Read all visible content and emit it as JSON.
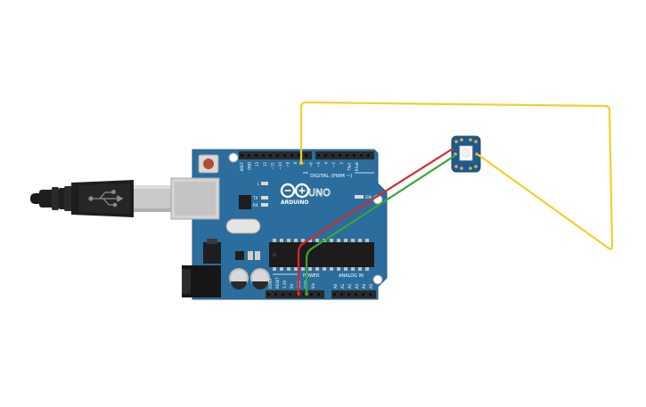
{
  "board": {
    "brand_text": "ARDUINO",
    "model_text": "UNO",
    "digital_label": "DIGITAL (PWM ~)",
    "power_label": "POWER",
    "analog_label": "ANALOG IN",
    "on_label": "ON",
    "tx_label": "TX",
    "rx_label": "RX",
    "l_label": "L",
    "digital_pins": [
      "AREF",
      "GND",
      "13",
      "12",
      "~11",
      "~10",
      "~9",
      "8",
      "7",
      "~6",
      "~5",
      "4",
      "~3",
      "2",
      "TX▸1",
      "RX◂0"
    ],
    "power_pins": [
      "IOREF",
      "RESET",
      "3.3V",
      "5V",
      "GND",
      "GND",
      "Vin"
    ],
    "analog_pins": [
      "A0",
      "A1",
      "A2",
      "A3",
      "A4",
      "A5"
    ]
  },
  "colors": {
    "board": "#2b6d9c",
    "board_edge": "#245d86",
    "header": "#2a2a2a",
    "wire_yellow": "#f2cf2a",
    "wire_red": "#d42a2a",
    "wire_green": "#3aa63a",
    "module": "#1f5a8e",
    "cable": "#1b1b1b",
    "usb_metal": "#c9c9c9"
  },
  "icons": {
    "usb_symbol": "usb-icon",
    "infinity_logo": "arduino-infinity-icon"
  }
}
